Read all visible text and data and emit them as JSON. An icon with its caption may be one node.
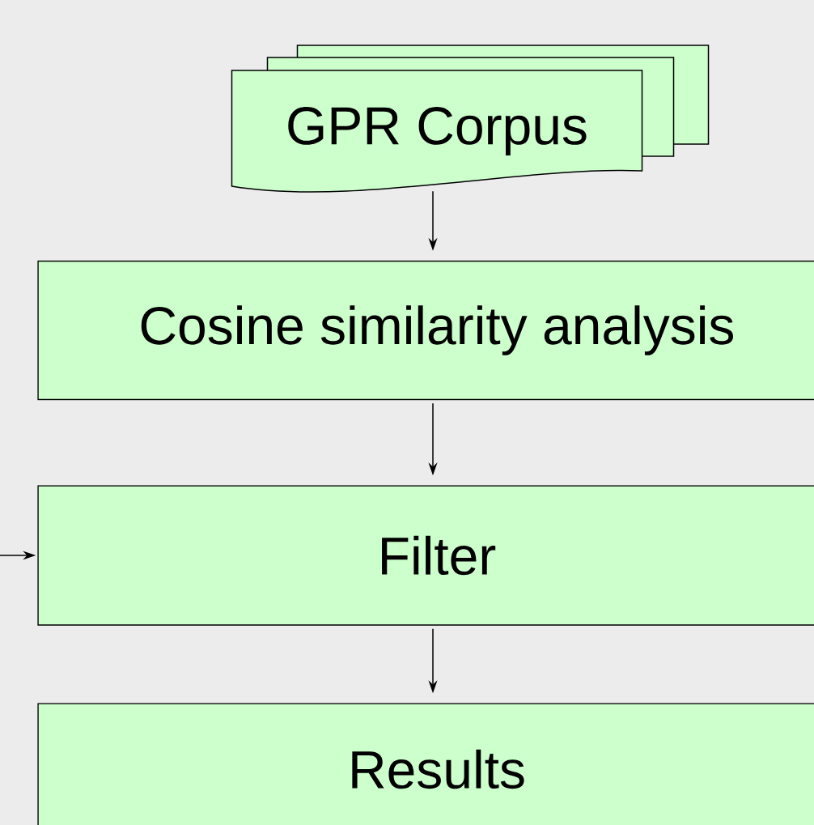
{
  "diagram": {
    "nodes": [
      {
        "text": [
          "GPR Corpus"
        ]
      },
      {
        "text": [
          "Cosine similarity analysis"
        ]
      },
      {
        "text": [
          "Filter"
        ]
      },
      {
        "text": [
          "Results"
        ]
      }
    ],
    "edges": [
      {
        "from": 0,
        "to": 1,
        "arrow": "to"
      },
      {
        "from": 1,
        "to": 2,
        "arrow": "to"
      },
      {
        "from": 2,
        "to": 3,
        "arrow": "to"
      },
      {
        "from": null,
        "to": 2,
        "arrow": "to"
      }
    ]
  }
}
